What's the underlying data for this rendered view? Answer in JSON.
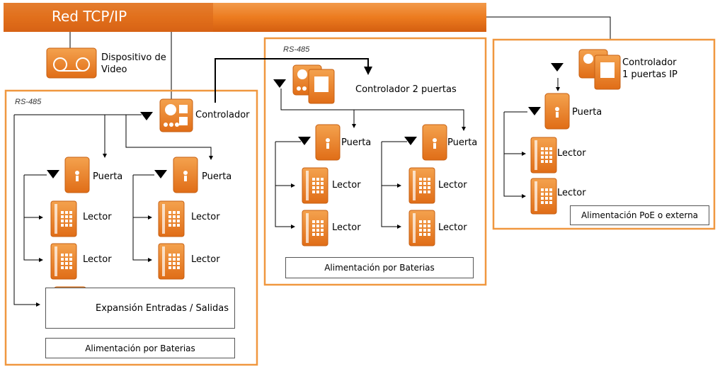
{
  "title": "Red TCP/IP",
  "colors": {
    "orange": "#ef8022",
    "orange_dark": "#c65f12",
    "banner": "#ec7b1f",
    "banner_dark": "#d45e10"
  },
  "video_label": "Dispositivo de\nVideo",
  "rs485": "RS-485",
  "controller_label": "Controlador",
  "controller2_label": "Controlador 2 puertas",
  "controller_ip_label": "Controlador\n1 puertas IP",
  "door": "Puerta",
  "reader": "Lector",
  "expansion": "Expansión Entradas / Salidas",
  "power_battery": "Alimentación por Baterias",
  "power_poe": "Alimentación PoE o externa",
  "icons": [
    "network-bar",
    "video-device-icon",
    "controller-icon",
    "door-icon",
    "reader-icon",
    "lock-triangle-icon"
  ]
}
